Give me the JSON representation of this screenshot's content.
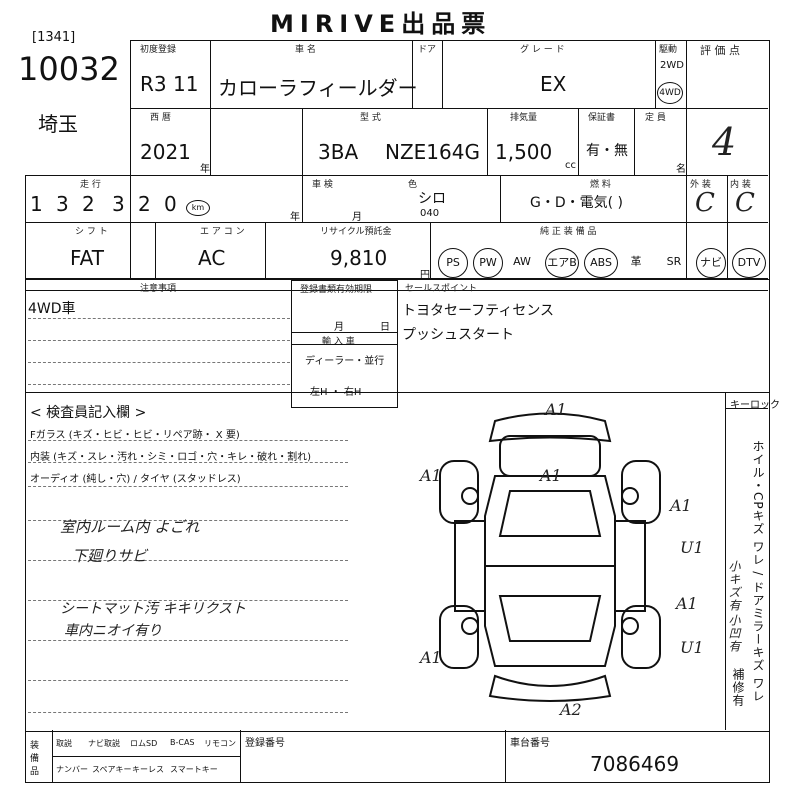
{
  "header": {
    "title": "MIRIVE出品票",
    "lot_small": "[1341]",
    "lot_number": "10032",
    "region": "埼玉"
  },
  "row1": {
    "first_reg_label": "初度登録",
    "first_reg_value": "R3 11",
    "car_name_label": "車 名",
    "car_name_value": "カローラフィールダー",
    "door_label": "ドア",
    "grade_label": "グ レ ー ド",
    "grade_value": "EX",
    "drive_label": "駆動",
    "drive_2wd": "2WD",
    "drive_4wd": "4WD",
    "score_label": "評 価 点",
    "score_value": "4"
  },
  "row2": {
    "year_label": "西 暦",
    "year_value": "2021",
    "year_unit": "年",
    "model_label": "型 式",
    "model_prefix": "3BA",
    "model_value": "NZE164G",
    "displacement_label": "排気量",
    "displacement_value": "1,500",
    "displacement_unit": "cc",
    "warranty_label": "保証書",
    "warranty_value": "有・無",
    "capacity_label": "定 員",
    "capacity_unit": "名"
  },
  "row3": {
    "mileage_label": "走 行",
    "mileage_digits": [
      "1",
      "3",
      "2",
      "3",
      "2",
      "0"
    ],
    "mileage_unit": "km",
    "inspection_label": "車 検",
    "inspection_unit_y": "年",
    "inspection_unit_m": "月",
    "color_label": "色",
    "color_value": "シロ",
    "color_code": "040",
    "fuel_label": "燃 料",
    "fuel_value": "G・D・電気(          )",
    "exterior_label": "外 装",
    "exterior_value": "C",
    "interior_label": "内 装",
    "interior_value": "C"
  },
  "row4": {
    "shift_label": "シ フ ト",
    "shift_value": "FAT",
    "ac_label": "エ ア コ ン",
    "ac_value": "AC",
    "recycle_label": "リサイクル預託金",
    "recycle_value": "9,810",
    "recycle_unit": "円",
    "equipment_label": "純 正 装 備 品",
    "equipment": [
      {
        "label": "PS",
        "on": true
      },
      {
        "label": "PW",
        "on": true
      },
      {
        "label": "AW",
        "on": false
      },
      {
        "label": "エアB",
        "on": true
      },
      {
        "label": "ABS",
        "on": true
      },
      {
        "label": "革",
        "on": false
      },
      {
        "label": "SR",
        "on": false
      },
      {
        "label": "ナビ",
        "on": true
      },
      {
        "label": "DTV",
        "on": true
      }
    ]
  },
  "notes": {
    "caution_label": "注意事項",
    "caution_value": "4WD車",
    "doc_label": "登録書類有効期限",
    "doc_month": "月",
    "doc_day": "日",
    "import_label": "輸 入 車",
    "import_dealer": "ディーラー・並行",
    "import_steer": "左H ・ 右H",
    "sales_label": "セールスポイント",
    "sales_points": [
      "トヨタセーフティセンス",
      "プッシュスタート"
    ]
  },
  "inspector": {
    "title": "< 検査員記入欄 >",
    "glass_line": "Fガラス (キズ・ヒビ・ヒビ・リペア跡・ X 要)",
    "interior_line": "内装 (キズ・スレ・汚れ・シミ・ロゴ・穴・キレ・破れ・割れ)",
    "audio_line": "オーディオ (純し・穴) / タイヤ (スタッドレス)",
    "hand1": "室内ルーム内 よごれ",
    "hand2": "下廻りサビ",
    "hand3": "シートマット汚 キキリクスト",
    "hand4": "車内ニオイ有り"
  },
  "diagram_marks": [
    "A1",
    "A1",
    "A1",
    "A1",
    "U1",
    "A1",
    "U1",
    "A1",
    "A2"
  ],
  "legend": {
    "key_label": "キーロック",
    "text": "ホイル・CPキズ ワレ / ドアミラーキズ ワレ",
    "hand_a": "小キズ有",
    "hand_b": "小凹有",
    "hand_c": "補修有"
  },
  "footer": {
    "items_label": "装備品",
    "items": [
      "取説",
      "ナビ取説",
      "ロムSD",
      "B-CAS",
      "リモコン",
      "ナンバー",
      "スペアキー",
      "キーレス",
      "スマートキー"
    ],
    "reg_label": "登録番号",
    "frame_label": "車台番号",
    "frame_value": "7086469"
  }
}
